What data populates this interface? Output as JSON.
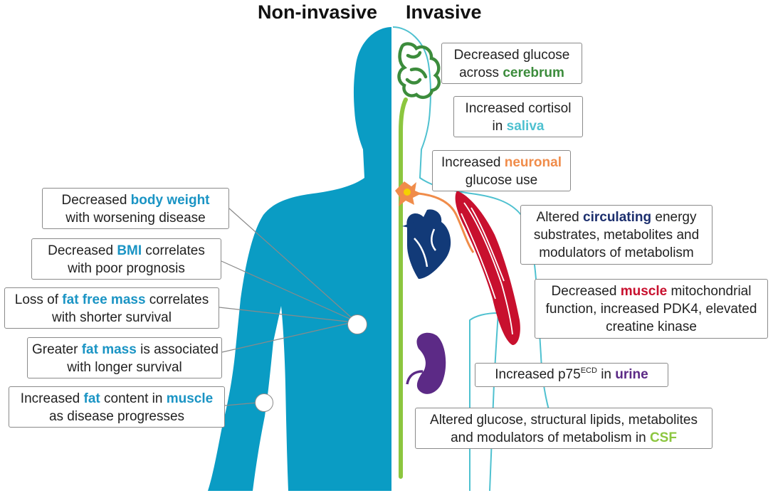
{
  "headings": {
    "left": "Non-invasive",
    "right": "Invasive"
  },
  "colors": {
    "body_fill": "#0a9cc4",
    "outline": "#4fc1d0",
    "brain_green": "#3c8c3c",
    "spine_green": "#8cc63f",
    "saliva_teal": "#4fc1d0",
    "neuron_orange": "#f08c4a",
    "circulating_navy": "#1c2f6e",
    "heart_navy": "#123a78",
    "muscle_red": "#c8102e",
    "kidney_purple": "#5c2a86",
    "csf_green": "#8cc63f",
    "noninvasive_highlight": "#1a94c4"
  },
  "icons": [
    "brain-icon",
    "spinal-cord-icon",
    "neuron-icon",
    "heart-icon",
    "muscle-icon",
    "kidney-icon",
    "measurement-site-marker"
  ],
  "left_boxes": [
    {
      "l1_pre": "Decreased ",
      "l1_hl": "body weight",
      "l1_post": "",
      "l2": "with worsening disease"
    },
    {
      "l1_pre": "Decreased ",
      "l1_hl": "BMI",
      "l1_post": " correlates",
      "l2": "with poor prognosis"
    },
    {
      "l1_pre": "Loss of ",
      "l1_hl": "fat free mass",
      "l1_post": " correlates",
      "l2": "with shorter survival"
    },
    {
      "l1_pre": "Greater ",
      "l1_hl": "fat mass",
      "l1_post": " is associated",
      "l2": "with longer survival"
    },
    {
      "l1_pre": "Increased ",
      "l1_hl": "fat",
      "l1_mid": " content in ",
      "l1_hl2": "muscle",
      "l1_post": "",
      "l2": "as disease progresses"
    }
  ],
  "right_boxes": {
    "cerebrum": {
      "l1": "Decreased glucose",
      "l2_pre": "across ",
      "l2_hl": "cerebrum"
    },
    "saliva": {
      "l1": "Increased cortisol",
      "l2_pre": "in ",
      "l2_hl": "saliva"
    },
    "neuronal": {
      "l1_pre": "Increased ",
      "l1_hl": "neuronal",
      "l2": "glucose use"
    },
    "circulating": {
      "l1_pre": "Altered ",
      "l1_hl": "circulating",
      "l1_post": " energy",
      "l2": "substrates, metabolites and",
      "l3": "modulators of metabolism"
    },
    "muscle": {
      "l1_pre": "Decreased ",
      "l1_hl": "muscle",
      "l1_post": " mitochondrial",
      "l2": "function, increased PDK4, elevated",
      "l3": "creatine kinase"
    },
    "urine": {
      "pre": "Increased p75",
      "sup": "ECD",
      "mid": " in ",
      "hl": "urine"
    },
    "csf": {
      "l1": "Altered glucose, structural lipids, metabolites",
      "l2_pre": "and modulators of metabolism in ",
      "l2_hl": "CSF"
    }
  }
}
